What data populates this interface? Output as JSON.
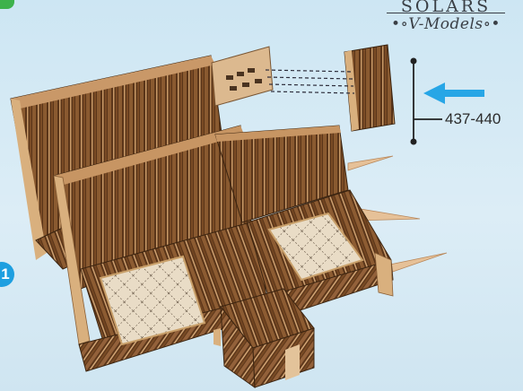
{
  "brand": {
    "name_top": "SOLARS",
    "name_sub": "•∘V-Models∘•"
  },
  "dimension": {
    "label": "437-440"
  },
  "step": {
    "number": "1"
  },
  "colors": {
    "background": "#d4e8f3",
    "wood_dark": "#6b4220",
    "wood_light": "#d9b07e",
    "arrow": "#27a6e6",
    "badge": "#1e9fe0"
  }
}
